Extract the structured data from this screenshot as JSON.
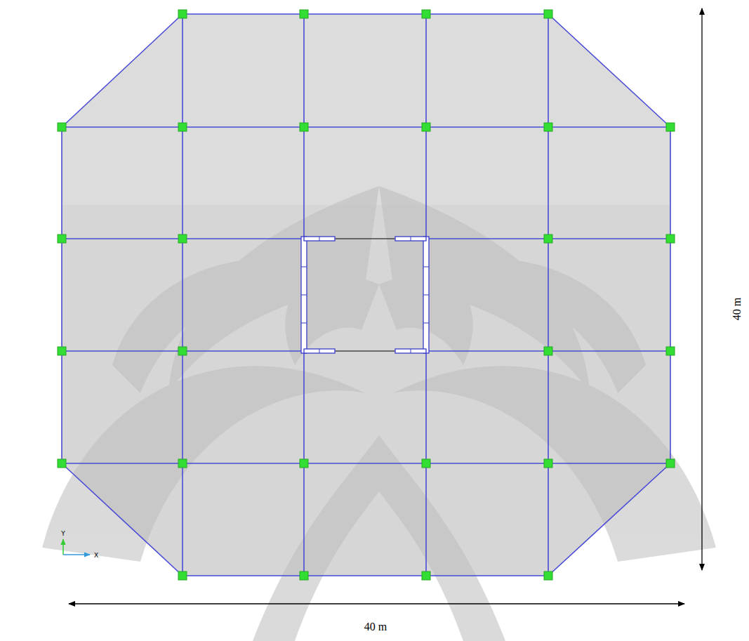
{
  "diagram": {
    "labels": [
      "40 m",
      "40 m",
      "Y",
      "X"
    ]
  }
}
